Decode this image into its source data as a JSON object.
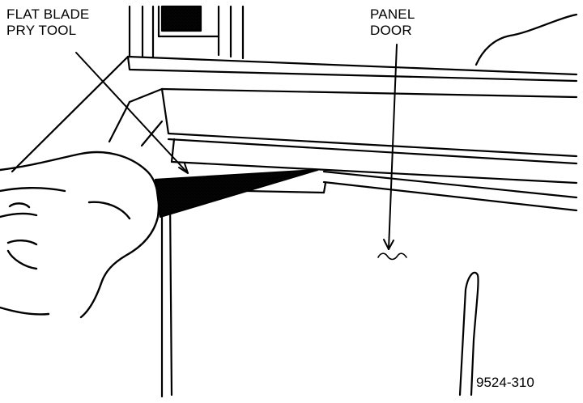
{
  "callouts": {
    "pry_tool": {
      "line1": "FLAT BLADE",
      "line2": "PRY TOOL"
    },
    "panel_door": {
      "line1": "PANEL",
      "line2": "DOOR"
    }
  },
  "figure_id": "9524-310",
  "colors": {
    "ink": "#000000",
    "paper": "#ffffff",
    "tool_fill": "#b8b8b8"
  }
}
